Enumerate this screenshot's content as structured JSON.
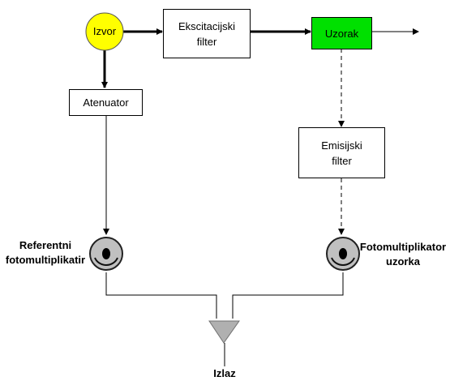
{
  "nodes": {
    "source": "Izvor",
    "excitation_filter": [
      "Ekscitacijski",
      "filter"
    ],
    "sample": "Uzorak",
    "attenuator": "Atenuator",
    "emission_filter": [
      "Emisijski",
      "filter"
    ],
    "reference_pmt": [
      "Referentni",
      "fotomultiplikatir"
    ],
    "sample_pmt": [
      "Fotomultiplikator",
      "uzorka"
    ],
    "output": "Izlaz"
  },
  "colors": {
    "source_fill": "#ffff00",
    "sample_fill": "#00e000",
    "pmt_fill": "#c0c0c0",
    "amplifier_fill": "#b0b0b0",
    "line": "#000000"
  }
}
